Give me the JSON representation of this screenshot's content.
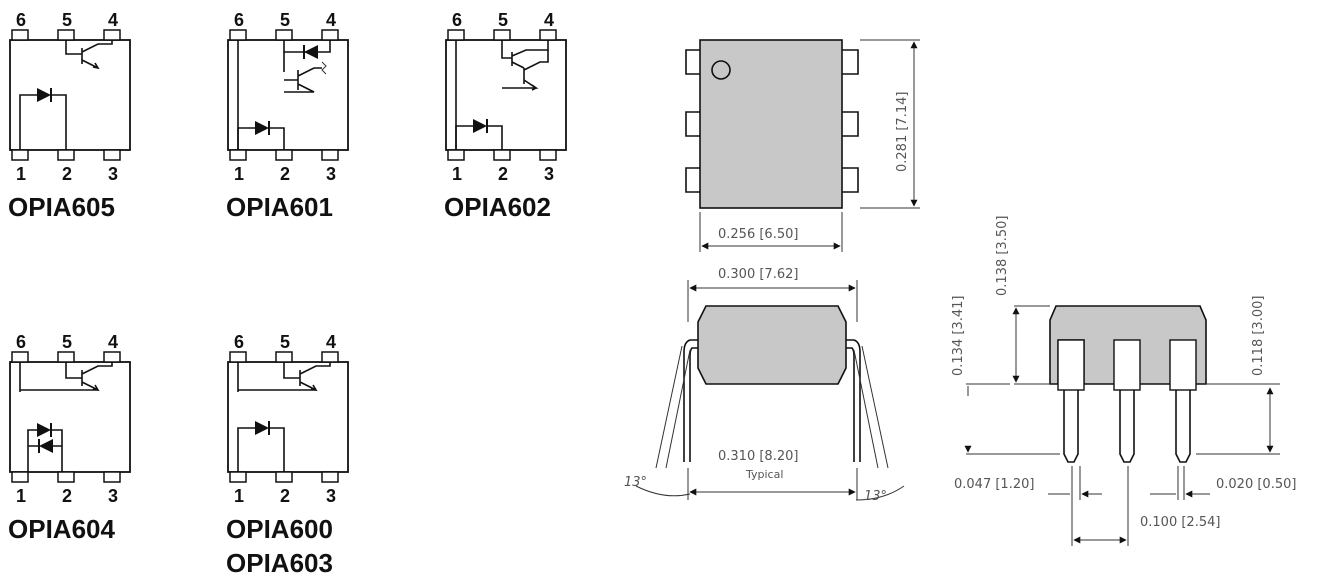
{
  "packages": [
    {
      "name": "OPIA605",
      "circuit": "phototransistor-single-diode",
      "pins_top": [
        "6",
        "5",
        "4"
      ],
      "pins_bottom": [
        "1",
        "2",
        "3"
      ]
    },
    {
      "name": "OPIA601",
      "circuit": "phototransistor-with-photodiode",
      "pins_top": [
        "6",
        "5",
        "4"
      ],
      "pins_bottom": [
        "1",
        "2",
        "3"
      ]
    },
    {
      "name": "OPIA602",
      "circuit": "photodarlington",
      "pins_top": [
        "6",
        "5",
        "4"
      ],
      "pins_bottom": [
        "1",
        "2",
        "3"
      ]
    },
    {
      "name": "OPIA604",
      "circuit": "phototransistor-antiparallel-diodes",
      "pins_top": [
        "6",
        "5",
        "4"
      ],
      "pins_bottom": [
        "1",
        "2",
        "3"
      ]
    },
    {
      "name": "OPIA600",
      "name2": "OPIA603",
      "circuit": "phototransistor-single-diode",
      "pins_top": [
        "6",
        "5",
        "4"
      ],
      "pins_bottom": [
        "1",
        "2",
        "3"
      ]
    }
  ],
  "dimensions": {
    "body_height": "0.281 [7.14]",
    "body_width": "0.256 [6.50]",
    "lead_span": "0.300 [7.62]",
    "row_spacing": "0.310 [8.20]",
    "row_spacing_note": "Typical",
    "angle_left": "13°",
    "angle_right": "13°",
    "seat_height": "0.134 [3.41]",
    "overall_height": "0.138 [3.50]",
    "lead_length": "0.118 [3.00]",
    "lead_width": "0.047 [1.20]",
    "lead_thickness": "0.020 [0.50]",
    "pitch": "0.100 [2.54]"
  },
  "colors": {
    "body_fill": "#c8c8c8",
    "line": "#111111",
    "dim_text": "#555555"
  }
}
